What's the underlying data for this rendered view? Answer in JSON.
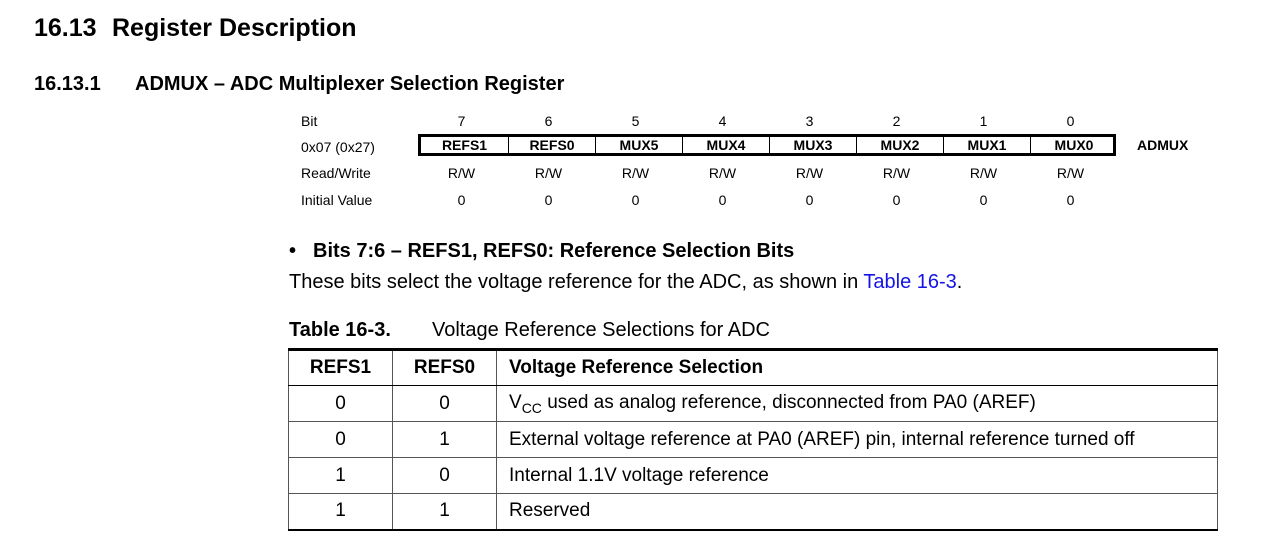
{
  "section": {
    "number": "16.13",
    "title": "Register Description"
  },
  "subsection": {
    "number": "16.13.1",
    "title": "ADMUX – ADC Multiplexer Selection Register"
  },
  "register": {
    "bit_label": "Bit",
    "address": "0x07 (0x27)",
    "rw_label": "Read/Write",
    "init_label": "Initial Value",
    "name": "ADMUX",
    "bits": [
      "7",
      "6",
      "5",
      "4",
      "3",
      "2",
      "1",
      "0"
    ],
    "fields": [
      "REFS1",
      "REFS0",
      "MUX5",
      "MUX4",
      "MUX3",
      "MUX2",
      "MUX1",
      "MUX0"
    ],
    "access": [
      "R/W",
      "R/W",
      "R/W",
      "R/W",
      "R/W",
      "R/W",
      "R/W",
      "R/W"
    ],
    "initial": [
      "0",
      "0",
      "0",
      "0",
      "0",
      "0",
      "0",
      "0"
    ]
  },
  "bullet": {
    "symbol": "•",
    "heading": "Bits 7:6 – REFS1, REFS0: Reference Selection Bits",
    "text_before": "These bits select the voltage reference for the ADC, as shown in ",
    "link": "Table 16-3",
    "text_after": "."
  },
  "table": {
    "label": "Table 16-3.",
    "caption": "Voltage Reference Selections for ADC",
    "headers": [
      "REFS1",
      "REFS0",
      "Voltage Reference Selection"
    ],
    "rows": [
      {
        "refs1": "0",
        "refs0": "0",
        "vcc": "V",
        "vcc_sub": "CC",
        "desc": " used as analog reference, disconnected from PA0 (AREF)"
      },
      {
        "refs1": "0",
        "refs0": "1",
        "desc": "External voltage reference at PA0 (AREF) pin, internal reference turned off"
      },
      {
        "refs1": "1",
        "refs0": "0",
        "desc": "Internal 1.1V voltage reference"
      },
      {
        "refs1": "1",
        "refs0": "1",
        "desc": "Reserved"
      }
    ]
  }
}
